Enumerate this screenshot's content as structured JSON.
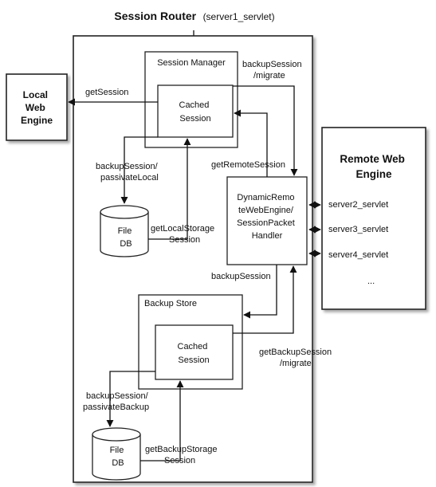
{
  "title": {
    "bold": "Session Router",
    "normal": "(server1_servlet)"
  },
  "local_engine": {
    "label": [
      "Local",
      "Web",
      "Engine"
    ]
  },
  "remote_engine": {
    "label": [
      "Remote Web",
      "Engine"
    ],
    "servers": [
      "server2_servlet",
      "server3_servlet",
      "server4_servlet",
      "..."
    ]
  },
  "session_manager": {
    "label": "Session Manager",
    "cached": [
      "Cached",
      "Session"
    ]
  },
  "backup_store": {
    "label": "Backup Store",
    "cached": [
      "Cached",
      "Session"
    ]
  },
  "handler": {
    "label": [
      "DynamicRemo",
      "teWebEngine/",
      "SessionPacket",
      "Handler"
    ]
  },
  "file_db_top": {
    "label": [
      "File",
      "DB"
    ]
  },
  "file_db_bottom": {
    "label": [
      "File",
      "DB"
    ]
  },
  "edges": {
    "get_session": "getSession",
    "backup_migrate_top": [
      "backupSession",
      "/migrate"
    ],
    "backup_passivate_local": [
      "backupSession/",
      "passivateLocal"
    ],
    "get_remote_session": "getRemoteSession",
    "get_local_storage": [
      "getLocalStorage",
      "Session"
    ],
    "backup_session": "backupSession",
    "get_backup_migrate": [
      "getBackupSession",
      "/migrate"
    ],
    "backup_passivate_backup": [
      "backupSession/",
      "passivateBackup"
    ],
    "get_backup_storage": [
      "getBackupStorage",
      "Session"
    ]
  }
}
